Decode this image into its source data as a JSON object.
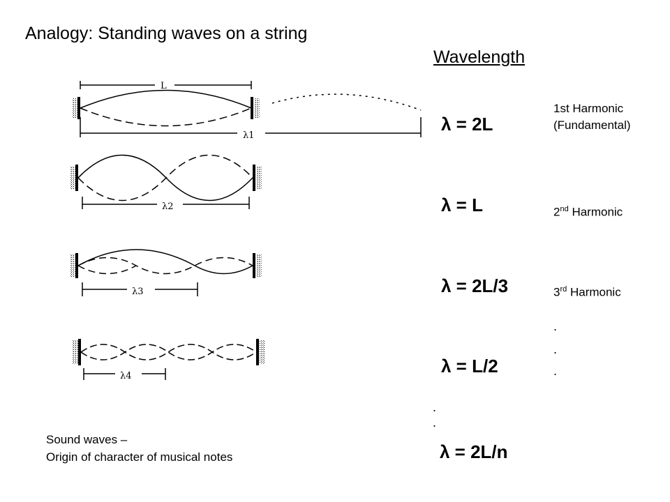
{
  "title": "Analogy: Standing waves on a string",
  "wavelength_heading": "Wavelength",
  "equations": [
    "λ = 2L",
    "λ = L",
    "λ = 2L/3",
    "λ = L/2",
    "λ = 2L/n"
  ],
  "harmonics": {
    "h1_line1": "1st Harmonic",
    "h1_line2": "(Fundamental)",
    "h2_num": "2",
    "h2_sup": "nd",
    "h2_text": " Harmonic",
    "h3_num": "3",
    "h3_sup": "rd",
    "h3_text": " Harmonic"
  },
  "ellipsis_dot": ".",
  "caption": {
    "line1": "Sound waves –",
    "line2": "Origin of character of musical notes"
  },
  "diagram_labels": {
    "length": "L",
    "lambda1": "λ1",
    "lambda2": "λ2",
    "lambda3": "λ3",
    "lambda4": "λ4"
  }
}
